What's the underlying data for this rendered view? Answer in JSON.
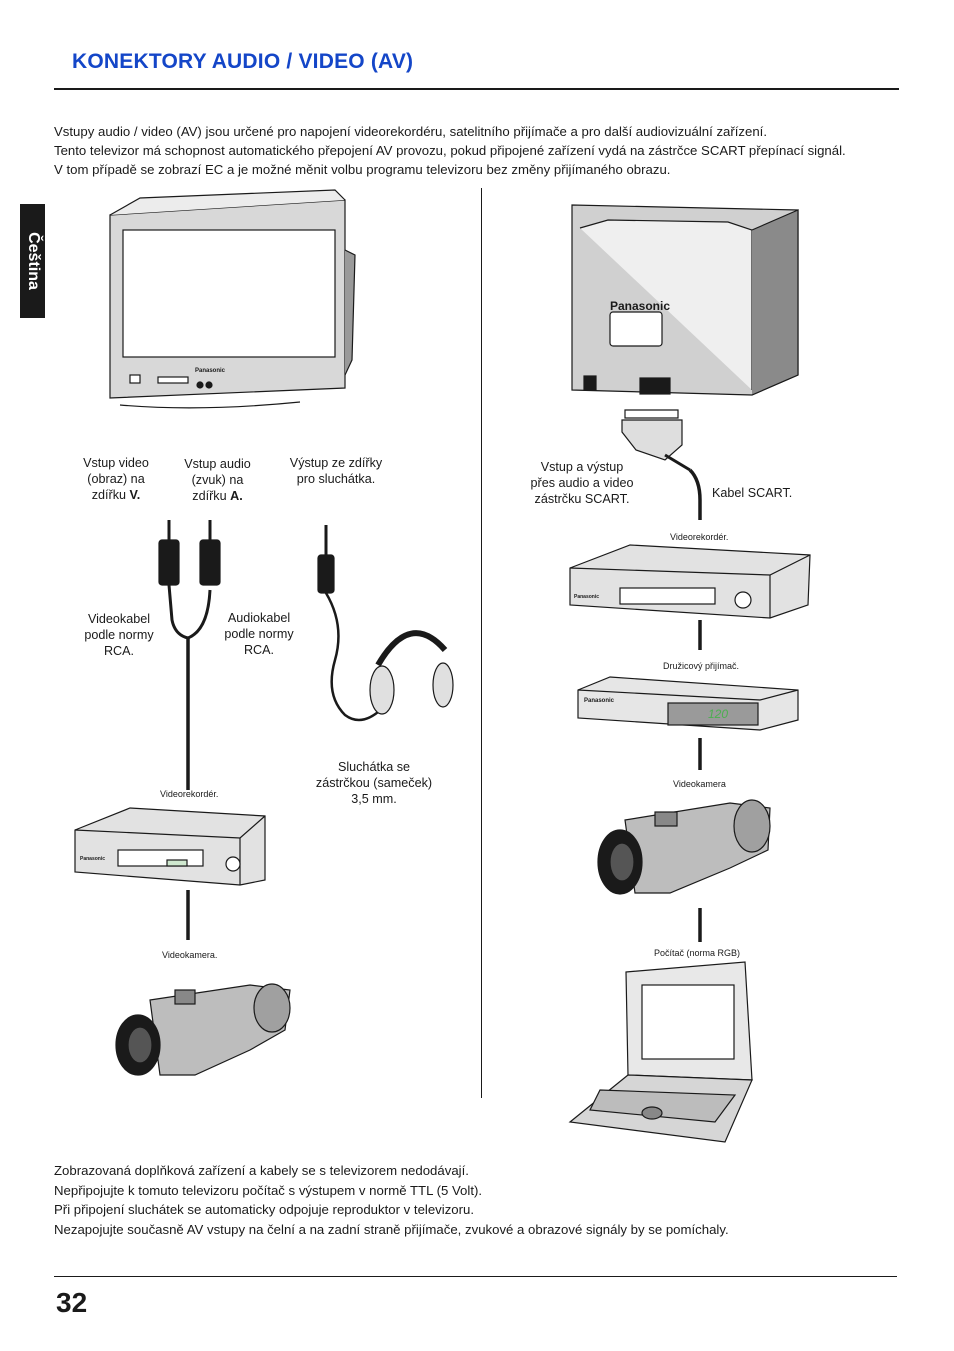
{
  "header": {
    "title": "KONEKTORY AUDIO / VIDEO (AV)"
  },
  "sidebar": {
    "language_tab": "Čeština"
  },
  "intro": [
    "Vstupy audio / video (AV) jsou určené pro napojení videorekordéru, satelitního přijímače a pro další audiovizuální zařízení.",
    "Tento televizor má schopnost automatického přepojení AV provozu, pokud připojené zařízení vydá na zástrčce SCART přepínací signál.",
    "V tom případě se zobrazí EC a je možné měnit volbu programu televizoru bez změny přijímaného obrazu."
  ],
  "left": {
    "video_in": {
      "line1": "Vstup video",
      "line2": "(obraz) na",
      "line3": "zdířku ",
      "bold": "V."
    },
    "audio_in": {
      "line1": "Vstup audio",
      "line2": "(zvuk) na",
      "line3": "zdířku ",
      "bold": "A."
    },
    "headphone_out": {
      "line1": "Výstup ze zdířky",
      "line2": "pro sluchátka."
    },
    "video_cable": {
      "line1": "Videokabel",
      "line2": "podle normy",
      "line3": "RCA."
    },
    "audio_cable": {
      "line1": "Audiokabel",
      "line2": "podle normy",
      "line3": "RCA."
    },
    "headphones": {
      "line1": "Sluchátka se",
      "line2": "zástrčkou (sameček)",
      "line3": "3,5 mm."
    },
    "vcr": "Videorekordér.",
    "camcorder": "Videokamera."
  },
  "right": {
    "scart_in_out": {
      "line1": "Vstup a výstup",
      "line2": "přes audio a video",
      "line3": "zástrčku SCART."
    },
    "scart_cable": "Kabel SCART.",
    "vcr": "Videorekordér.",
    "satellite": "Družicový přijímač.",
    "camcorder": "Videokamera",
    "computer": "Počítač (norma RGB)"
  },
  "device_text": {
    "brand": "Panasonic",
    "sat_display": "120"
  },
  "notes": [
    "Zobrazovaná doplňková zařízení a kabely se s televizorem nedodávají.",
    "Nepřipojujte k tomuto televizoru počítač s výstupem v normě TTL (5 Volt).",
    "Při připojení sluchátek se automaticky odpojuje reproduktor v televizoru.",
    "Nezapojujte současně AV vstupy na čelní a na zadní straně přijímače, zvukové a obrazové signály by se pomíchaly."
  ],
  "footer": {
    "page_number": "32"
  },
  "colors": {
    "title": "#1446c8",
    "text": "#1a1a1a",
    "sat_display": "#4caf50"
  }
}
